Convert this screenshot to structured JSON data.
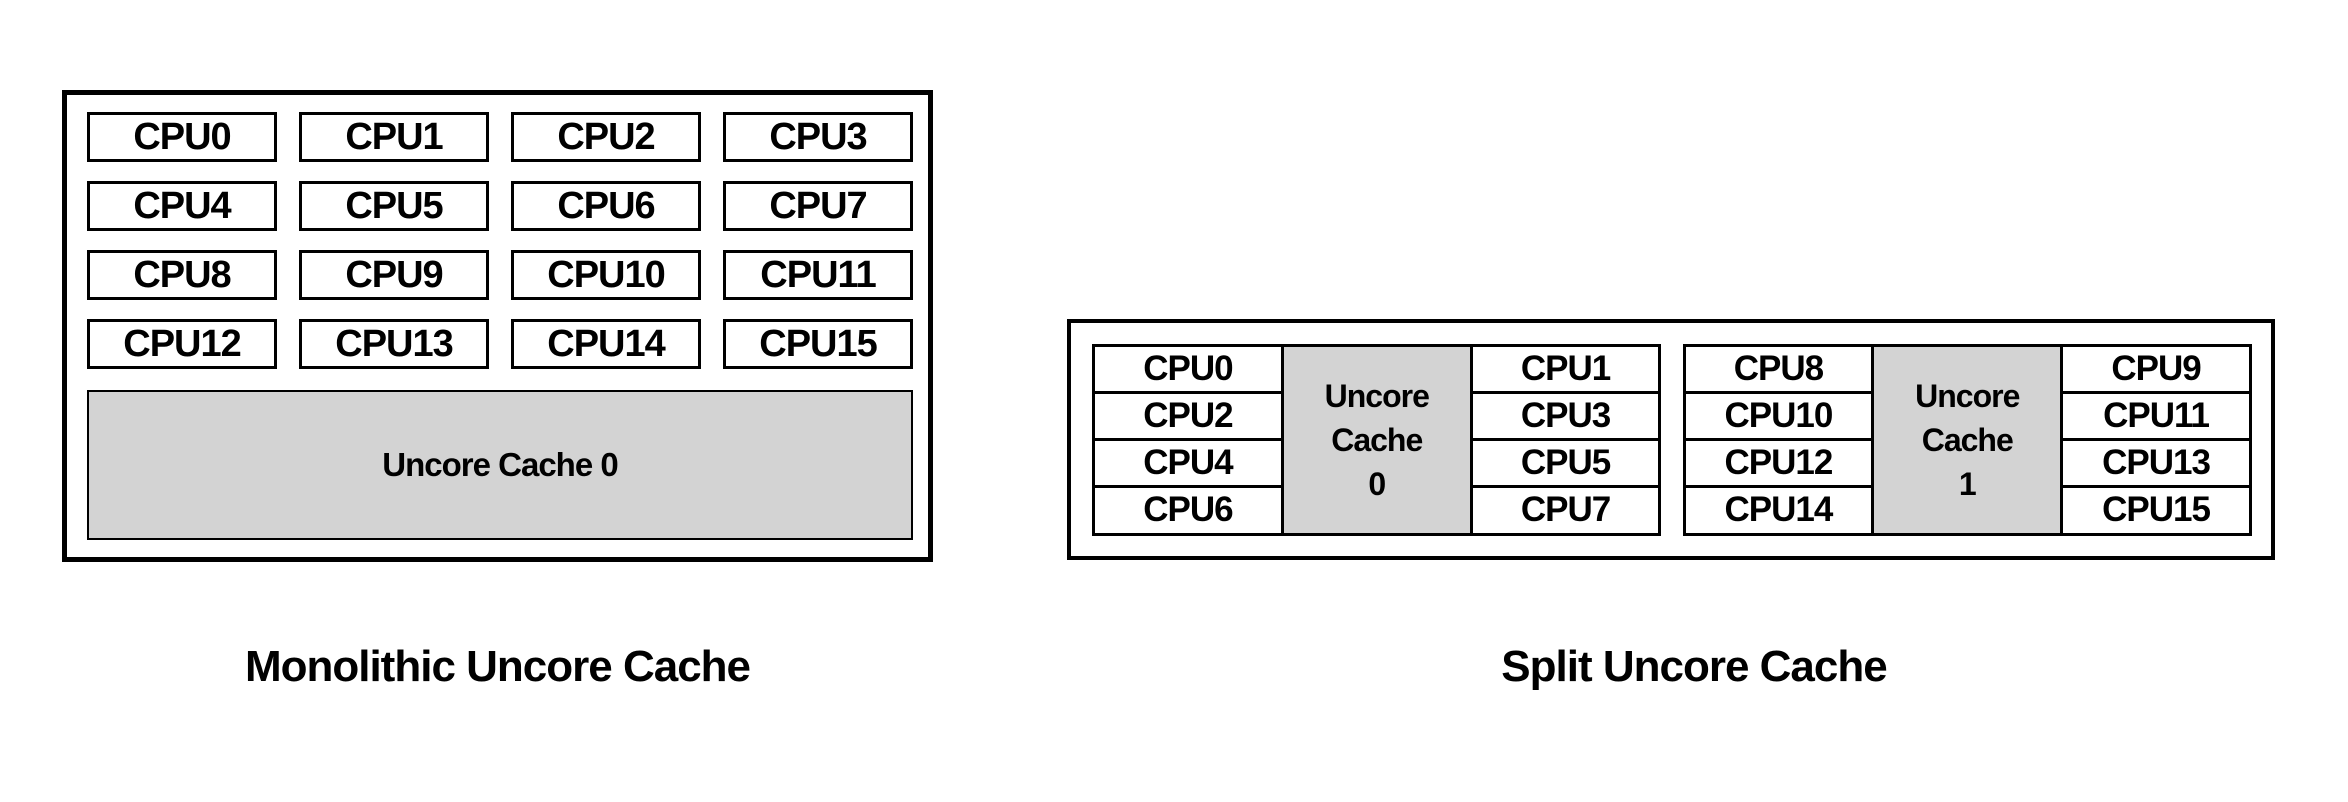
{
  "colors": {
    "background": "#ffffff",
    "border": "#000000",
    "text": "#000000",
    "cache_fill": "#d3d3d3"
  },
  "diagrams": [
    {
      "id": "monolithic",
      "caption": "Monolithic Uncore Cache",
      "cpu_grid": [
        [
          "CPU0",
          "CPU1",
          "CPU2",
          "CPU3"
        ],
        [
          "CPU4",
          "CPU5",
          "CPU6",
          "CPU7"
        ],
        [
          "CPU8",
          "CPU9",
          "CPU10",
          "CPU11"
        ],
        [
          "CPU12",
          "CPU13",
          "CPU14",
          "CPU15"
        ]
      ],
      "cache": {
        "label": "Uncore Cache 0"
      }
    },
    {
      "id": "split",
      "caption": "Split Uncore Cache",
      "clusters": [
        {
          "left_cpus": [
            "CPU0",
            "CPU2",
            "CPU4",
            "CPU6"
          ],
          "cache_lines": [
            "Uncore",
            "Cache",
            "0"
          ],
          "right_cpus": [
            "CPU1",
            "CPU3",
            "CPU5",
            "CPU7"
          ]
        },
        {
          "left_cpus": [
            "CPU8",
            "CPU10",
            "CPU12",
            "CPU14"
          ],
          "cache_lines": [
            "Uncore",
            "Cache",
            "1"
          ],
          "right_cpus": [
            "CPU9",
            "CPU11",
            "CPU13",
            "CPU15"
          ]
        }
      ]
    }
  ]
}
